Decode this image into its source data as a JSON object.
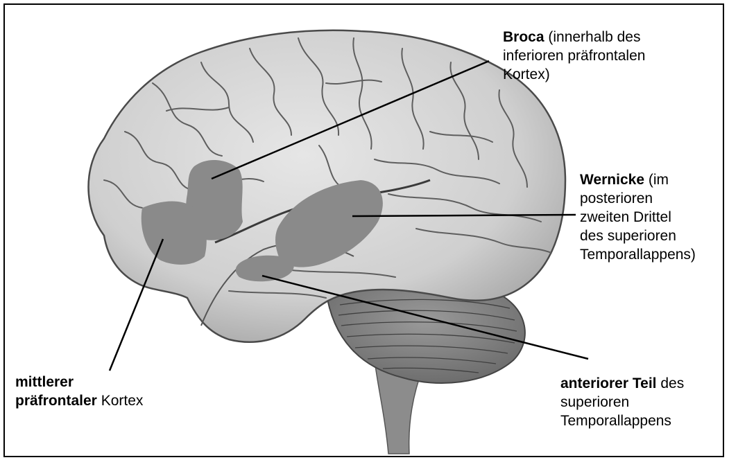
{
  "labels": {
    "broca": {
      "bold": "Broca",
      "line1_rest": " (innerhalb des",
      "line2": "inferioren präfrontalen",
      "line3": "Kortex)"
    },
    "wernicke": {
      "bold": "Wernicke",
      "line1_rest": " (im",
      "line2": "posterioren",
      "line3": "zweiten Drittel",
      "line4": "des superioren",
      "line5": "Temporallappens)"
    },
    "anterior": {
      "bold": "anteriorer Teil",
      "line1_rest": " des",
      "line2": "superioren",
      "line3": "Temporallappens"
    },
    "mittlerer": {
      "bold1": "mittlerer",
      "bold2": "präfrontaler",
      "line2_rest": " Kortex"
    }
  },
  "colors": {
    "region_fill": "#8a8a8a",
    "brain_fill": "#d9d9d9",
    "line": "#000000"
  }
}
